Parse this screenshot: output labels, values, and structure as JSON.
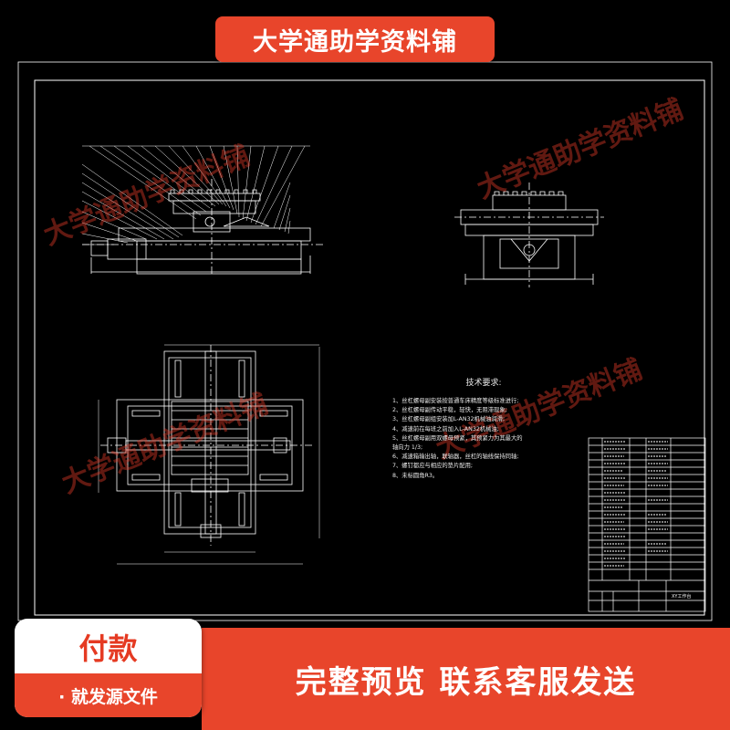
{
  "banner": {
    "title": "大学通助学资料铺"
  },
  "watermark": {
    "text": "大学通助学资料铺"
  },
  "technical_requirements": {
    "title": "技术要求:",
    "lines": [
      "1、丝杠螺母副安装按普通车床精度等级标准进行;",
      "2、丝杠螺母副传动平稳，轻快，无阻滞现象;",
      "3、丝杠螺母副组安装加L-AN32机械油润滑;",
      "4、减速前在每班之前加入L-AN32机械油;",
      "5、丝杠螺母副用双螺母预紧，其预紧力为其最大的",
      "轴向力 1/3;",
      "6、减速箱输出轴，联轴器，丝杠的轴线保持同轴;",
      "7、螺钉都应与相应的垫片配用;",
      "8、未标圆角R3。"
    ]
  },
  "title_block": {
    "name": "XY工作台"
  },
  "payment": {
    "title": "付款",
    "subtitle": "· 就发源文件"
  },
  "bottom_banner": {
    "text": "完整预览 联系客服发送"
  },
  "colors": {
    "accent": "#e8452b",
    "line": "#ffffff",
    "background": "#000000"
  }
}
